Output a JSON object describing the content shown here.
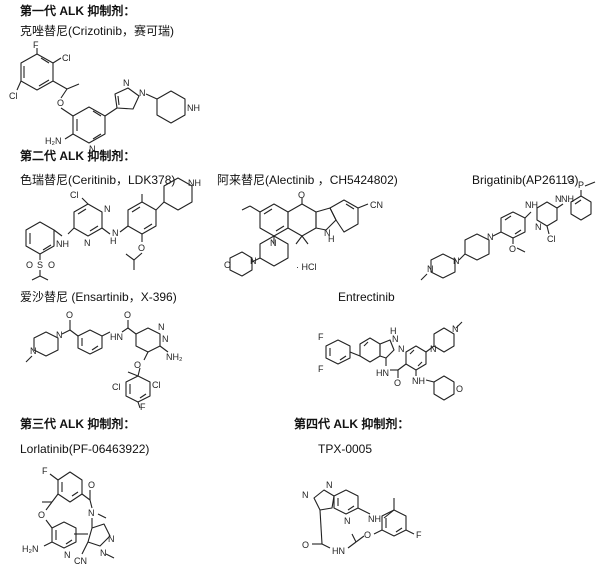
{
  "sections": {
    "gen1": {
      "heading": "第一代 ALK 抑制剂："
    },
    "gen2": {
      "heading": "第二代 ALK 抑制剂："
    },
    "gen3": {
      "heading": "第三代 ALK 抑制剂："
    },
    "gen4": {
      "heading": "第四代 ALK 抑制剂："
    }
  },
  "compounds": {
    "crizotinib": {
      "name": "克唑替尼(Crizotinib，赛可瑞)"
    },
    "ceritinib": {
      "name": "色瑞替尼(Ceritinib，LDK378)"
    },
    "alectinib": {
      "name": "阿来替尼(Alectinib ，CH5424802)"
    },
    "brigatinib": {
      "name": "Brigatinib(AP26113)"
    },
    "ensartinib": {
      "name": "爱沙替尼 (Ensartinib，X-396)"
    },
    "entrectinib": {
      "name": "Entrectinib"
    },
    "lorlatinib": {
      "name": "Lorlatinib(PF-06463922)"
    },
    "tpx0005": {
      "name": "TPX-0005"
    }
  },
  "atom_labels": {
    "F": "F",
    "Cl": "Cl",
    "N": "N",
    "NH": "NH",
    "H": "H",
    "O": "O",
    "S": "S",
    "P": "P",
    "NH2": "NH₂",
    "H2N": "H₂N",
    "CN": "CN",
    "HCl": "· HCl",
    "HN": "HN"
  }
}
